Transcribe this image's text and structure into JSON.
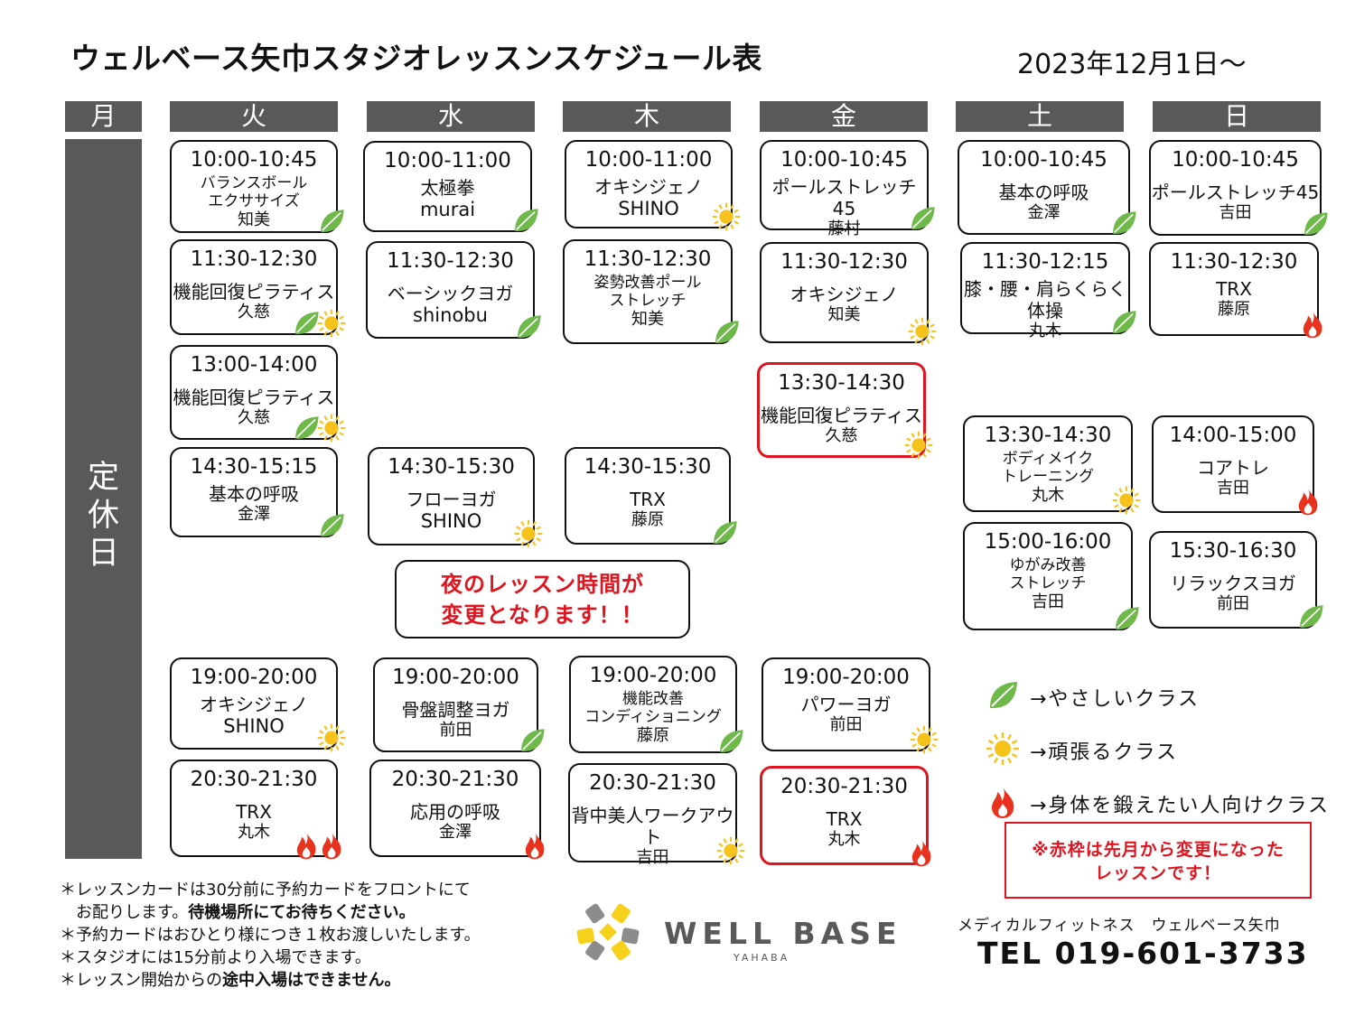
{
  "title": "ウェルベース矢巾スタジオレッスンスケジュール表",
  "date": "2023年12月1日～",
  "days": [
    "月",
    "火",
    "水",
    "木",
    "金",
    "土",
    "日"
  ],
  "closed_label": "定\n休\n日",
  "lessons": {
    "tue": [
      {
        "time": "10:00-10:45",
        "name": "バランスボール\nエクササイズ",
        "teacher": "知美",
        "icons": [
          "leaf"
        ]
      },
      {
        "time": "11:30-12:30",
        "name": "機能回復ピラティス",
        "teacher": "久慈",
        "icons": [
          "leaf",
          "sun"
        ]
      },
      {
        "time": "13:00-14:00",
        "name": "機能回復ピラティス",
        "teacher": "久慈",
        "icons": [
          "leaf",
          "sun"
        ]
      },
      {
        "time": "14:30-15:15",
        "name": "基本の呼吸",
        "teacher": "金澤",
        "icons": [
          "leaf"
        ]
      },
      {
        "time": "19:00-20:00",
        "name": "オキシジェノ",
        "teacher": "SHINO",
        "icons": [
          "sun"
        ]
      },
      {
        "time": "20:30-21:30",
        "name": "TRX",
        "teacher": "丸木",
        "icons": [
          "fire",
          "fire"
        ]
      }
    ],
    "wed": [
      {
        "time": "10:00-11:00",
        "name": "太極拳",
        "teacher": "murai",
        "icons": [
          "leaf"
        ]
      },
      {
        "time": "11:30-12:30",
        "name": "ベーシックヨガ",
        "teacher": "shinobu",
        "icons": [
          "leaf"
        ]
      },
      {
        "time": "14:30-15:30",
        "name": "フローヨガ",
        "teacher": "SHINO",
        "icons": [
          "sun"
        ]
      },
      {
        "time": "19:00-20:00",
        "name": "骨盤調整ヨガ",
        "teacher": "前田",
        "icons": [
          "leaf"
        ]
      },
      {
        "time": "20:30-21:30",
        "name": "応用の呼吸",
        "teacher": "金澤",
        "icons": [
          "fire"
        ]
      }
    ],
    "thu": [
      {
        "time": "10:00-11:00",
        "name": "オキシジェノ",
        "teacher": "SHINO",
        "icons": [
          "sun"
        ]
      },
      {
        "time": "11:30-12:30",
        "name": "姿勢改善ポール\nストレッチ",
        "teacher": "知美",
        "icons": [
          "leaf"
        ]
      },
      {
        "time": "14:30-15:30",
        "name": "TRX",
        "teacher": "藤原",
        "icons": [
          "leaf"
        ]
      },
      {
        "time": "19:00-20:00",
        "name": "機能改善\nコンディショニング",
        "teacher": "藤原",
        "icons": [
          "leaf"
        ]
      },
      {
        "time": "20:30-21:30",
        "name": "背中美人ワークアウト",
        "teacher": "吉田",
        "icons": [
          "sun"
        ]
      }
    ],
    "fri": [
      {
        "time": "10:00-10:45",
        "name": "ポールストレッチ45",
        "teacher": "藤村",
        "icons": [
          "leaf"
        ]
      },
      {
        "time": "11:30-12:30",
        "name": "オキシジェノ",
        "teacher": "知美",
        "icons": [
          "sun"
        ]
      },
      {
        "time": "13:30-14:30",
        "name": "機能回復ピラティス",
        "teacher": "久慈",
        "icons": [
          "sun"
        ],
        "changed": true
      },
      {
        "time": "19:00-20:00",
        "name": "パワーヨガ",
        "teacher": "前田",
        "icons": [
          "sun"
        ]
      },
      {
        "time": "20:30-21:30",
        "name": "TRX",
        "teacher": "丸木",
        "icons": [
          "fire"
        ],
        "changed": true
      }
    ],
    "sat": [
      {
        "time": "10:00-10:45",
        "name": "基本の呼吸",
        "teacher": "金澤",
        "icons": [
          "leaf"
        ]
      },
      {
        "time": "11:30-12:15",
        "name": "膝・腰・肩らくらく体操",
        "teacher": "丸木",
        "icons": [
          "leaf"
        ]
      },
      {
        "time": "13:30-14:30",
        "name": "ボディメイク\nトレーニング",
        "teacher": "丸木",
        "icons": [
          "sun"
        ]
      },
      {
        "time": "15:00-16:00",
        "name": "ゆがみ改善\nストレッチ",
        "teacher": "吉田",
        "icons": [
          "leaf"
        ]
      }
    ],
    "sun": [
      {
        "time": "10:00-10:45",
        "name": "ポールストレッチ45",
        "teacher": "吉田",
        "icons": [
          "leaf"
        ]
      },
      {
        "time": "11:30-12:30",
        "name": "TRX",
        "teacher": "藤原",
        "icons": [
          "fire"
        ]
      },
      {
        "time": "14:00-15:00",
        "name": "コアトレ",
        "teacher": "吉田",
        "icons": [
          "fire"
        ]
      },
      {
        "time": "15:30-16:30",
        "name": "リラックスヨガ",
        "teacher": "前田",
        "icons": [
          "leaf"
        ]
      }
    ]
  },
  "notice": "夜のレッスン時間が\n変更となります！！",
  "legend": [
    {
      "icon": "leaf",
      "label": "→やさしいクラス"
    },
    {
      "icon": "sun",
      "label": "→頑張るクラス"
    },
    {
      "icon": "fire",
      "label": "→身体を鍛えたい人向けクラス"
    }
  ],
  "red_note": "※赤枠は先月から変更になった\nレッスンです！",
  "notes": [
    "＊レッスンカードは30分前に予約カードをフロントにて",
    "　お配りします。",
    "待機場所にてお待ちください。",
    "＊予約カードはおひとり様につき１枚お渡しいたします。",
    "＊スタジオには15分前より入場できます。",
    "＊レッスン開始からの",
    "途中入場はできません。"
  ],
  "logo": {
    "name": "WELL BASE",
    "sub": "YAHABA"
  },
  "company": "メディカルフィットネス　ウェルベース矢巾",
  "tel": "TEL 019-601-3733",
  "colors": {
    "header_bg": "#595959",
    "accent_red": "#e0141e",
    "leaf": "#6fb84a",
    "sun": "#f6c21c",
    "fire": "#e8321e"
  }
}
